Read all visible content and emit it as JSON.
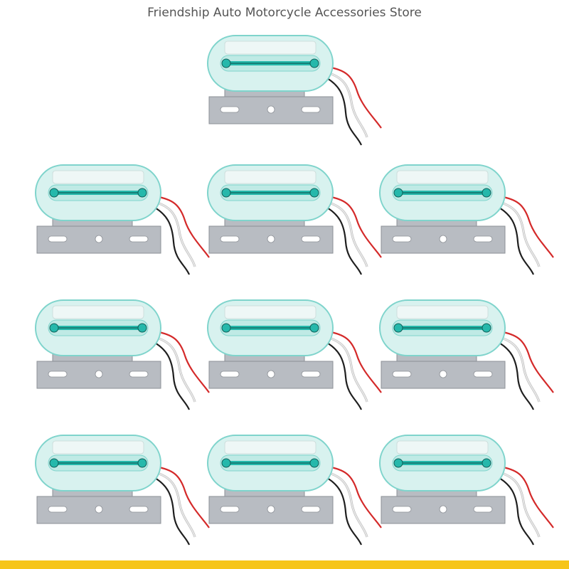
{
  "header": {
    "store_name": "Friendship Auto Motorcycle Accessories Store"
  },
  "product": {
    "count": 10,
    "rows": [
      1,
      3,
      3,
      3
    ],
    "icon": "led-side-marker-light",
    "colors": {
      "lens": "#d8f2ef",
      "lens_edge": "#7fd4cc",
      "led_strip": "#25b8ab",
      "bracket": "#b8bcc2",
      "bracket_edge": "#8d9197",
      "wire_red": "#d42a2a",
      "wire_white": "#e6e6e6",
      "wire_black": "#1f1f1f"
    }
  },
  "footer": {
    "bar_color": "#f6c51a"
  }
}
